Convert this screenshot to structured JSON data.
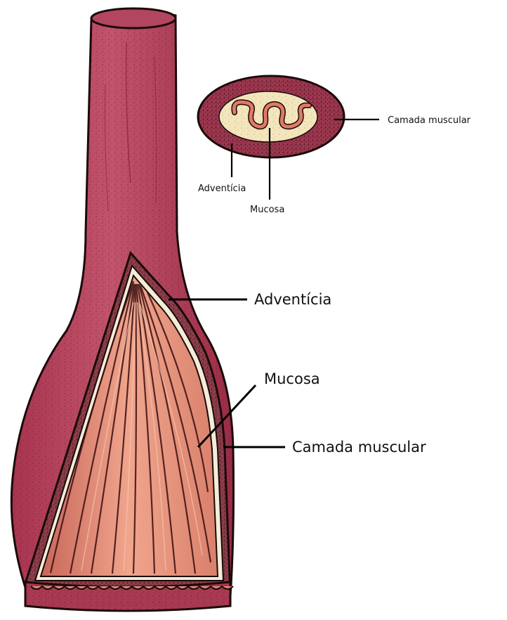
{
  "labels": {
    "adventicia": "Adventícia",
    "mucosa": "Mucosa",
    "camada_muscular": "Camada muscular"
  },
  "cross_section_labels": {
    "camada_muscular": "Camada muscular",
    "adventicia": "Adventícia",
    "mucosa": "Mucosa"
  },
  "colors": {
    "adventitia": "#b2405a",
    "adventitia_dark": "#8c2a44",
    "muscular": "#9a4a55",
    "mucosa": "#e08a76",
    "mucosa_light": "#f0a890",
    "submucosa": "#f4e6bc",
    "outline": "#1a0a0a"
  }
}
